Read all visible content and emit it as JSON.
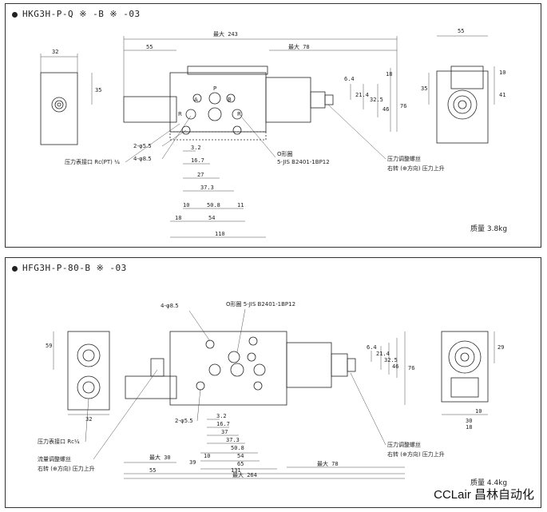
{
  "watermark": "CCLair",
  "brand": "CCLair 昌林自动化",
  "panel1": {
    "title": "HKG3H-P-Q ※ -B ※ -03",
    "mass": "质量 3.8kg",
    "labels": {
      "gauge_port": "压力表接口 Rc(PT) ¼",
      "hole_2": "2-φ5.5",
      "hole_4": "4-φ8.5",
      "oring": "O形圈",
      "oring_spec": "5-JIS B2401-1BP12",
      "adjust_screw": "压力调整螺丝",
      "adjust_dir": "右转 (⊕方向) 压力上升",
      "port_p": "P",
      "port_a": "A",
      "port_b": "B",
      "port_r1": "R",
      "port_r2": "R"
    },
    "dims": {
      "max243": "最大 243",
      "d55": "55",
      "max78": "最大 78",
      "d32": "32",
      "d35": "35",
      "d6_4": "6.4",
      "d18": "18",
      "d21_4": "21.4",
      "d32_5": "32.5",
      "d46": "46",
      "d76": "76",
      "d3_2": "3.2",
      "d16_7": "16.7",
      "d27": "27",
      "d37_3": "37.3",
      "d50_8": "50.8",
      "d10": "10",
      "d11": "11",
      "d18b": "18",
      "d54": "54",
      "d110": "110",
      "r55": "55",
      "r35": "35",
      "r10": "10",
      "r41": "41"
    }
  },
  "panel2": {
    "title": "HFG3H-P-80-B ※ -03",
    "mass": "质量 4.4kg",
    "labels": {
      "hole_4": "4-φ8.5",
      "oring": "O形圈 5-JIS B2401-1BP12",
      "hole_2": "2-φ5.5",
      "gauge_port": "压力表接口 Rc¼",
      "flow_screw": "流量调整螺丝",
      "flow_dir": "右转 (⊕方向) 压力上升",
      "adjust_screw": "压力调整螺丝",
      "adjust_dir": "右转 (⊕方向) 压力上升"
    },
    "dims": {
      "d59": "59",
      "d32": "32",
      "max30": "最大 30",
      "d55": "55",
      "d39": "39",
      "d131": "131",
      "max78": "最大 78",
      "max264": "最大 264",
      "d3_2": "3.2",
      "d16_7": "16.7",
      "d37": "37",
      "d37_3": "37.3",
      "d50_8": "50.8",
      "d10": "10",
      "d54": "54",
      "d65": "65",
      "d6_4": "6.4",
      "d21_4": "21.4",
      "d32_5": "32.5",
      "d46": "46",
      "d76": "76",
      "d29": "29",
      "d30": "30",
      "d10b": "10",
      "d18": "18"
    }
  }
}
